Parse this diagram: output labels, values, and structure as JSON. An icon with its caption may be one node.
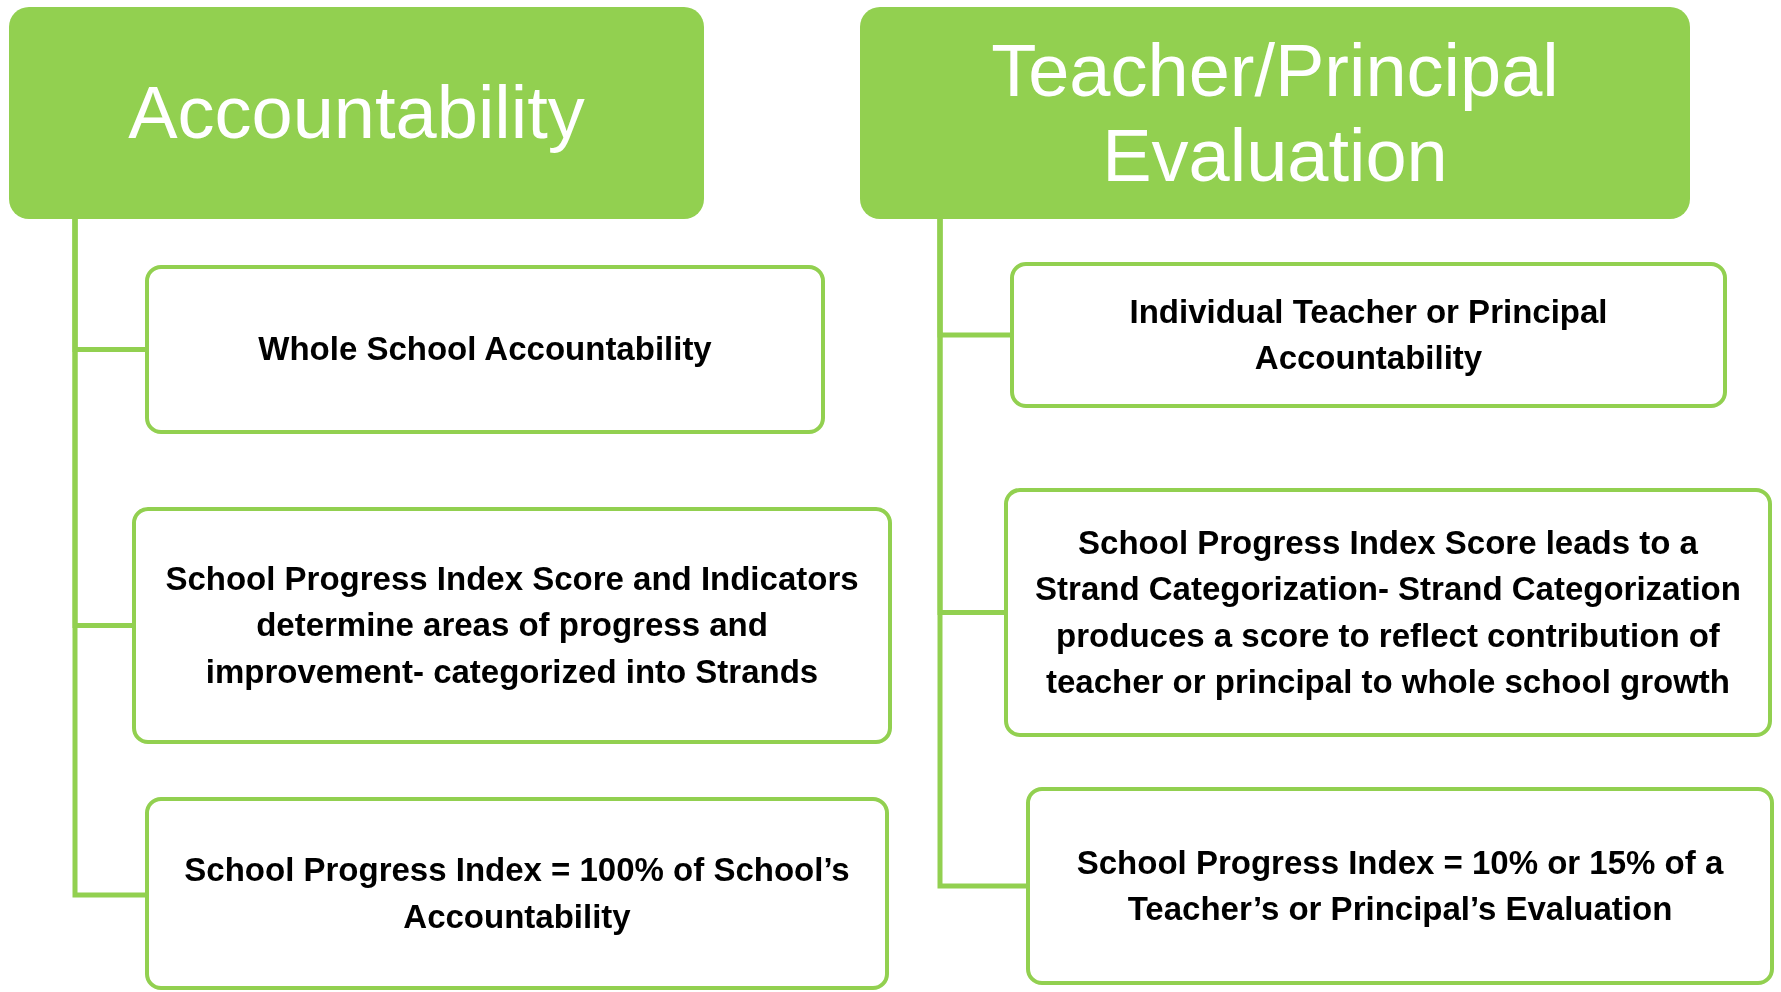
{
  "diagram": {
    "nodes": [
      {
        "text": [
          "Accountability"
        ]
      },
      {
        "text": [
          "Whole School Accountability"
        ]
      },
      {
        "text": [
          "School Progress Index  Score and Indicators determine areas of progress and improvement- categorized into Strands"
        ]
      },
      {
        "text": [
          "School Progress Index = 100% of School’s Accountability"
        ]
      },
      {
        "text": [
          "Teacher/Principal Evaluation"
        ]
      },
      {
        "text": [
          "Individual Teacher or Principal Accountability"
        ]
      },
      {
        "text": [
          "School Progress Index  Score leads to a Strand Categorization- Strand Categorization produces a score to reflect contribution of teacher or principal to whole school growth"
        ]
      },
      {
        "text": [
          "School Progress Index = 10% or 15% of a Teacher’s or Principal’s Evaluation"
        ]
      }
    ],
    "edges": [
      {
        "from": 0,
        "to": 1,
        "arrow": "none"
      },
      {
        "from": 0,
        "to": 2,
        "arrow": "none"
      },
      {
        "from": 0,
        "to": 3,
        "arrow": "none"
      },
      {
        "from": 4,
        "to": 5,
        "arrow": "none"
      },
      {
        "from": 4,
        "to": 6,
        "arrow": "none"
      },
      {
        "from": 4,
        "to": 7,
        "arrow": "none"
      }
    ]
  }
}
